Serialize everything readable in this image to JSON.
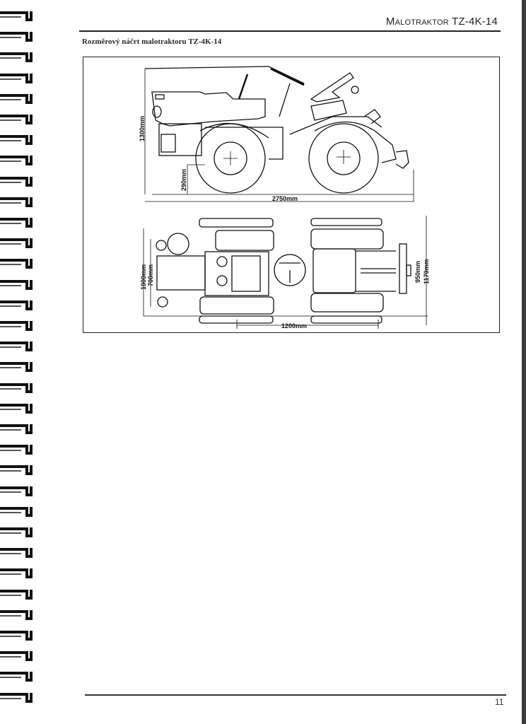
{
  "header": {
    "running_title": "Malotraktor TZ-4K-14"
  },
  "figure": {
    "caption": "Rozměrový náčrt malotraktoru TZ-4K-14",
    "side_view": {
      "height": "1300mm",
      "ground_clearance": "290mm",
      "length": "2750mm"
    },
    "top_view": {
      "width_outer": "1000mm",
      "width_inner": "700mm",
      "rear_inner": "950mm",
      "rear_outer": "1170mm",
      "track": "1200mm"
    }
  },
  "footer": {
    "page_number": "11"
  }
}
